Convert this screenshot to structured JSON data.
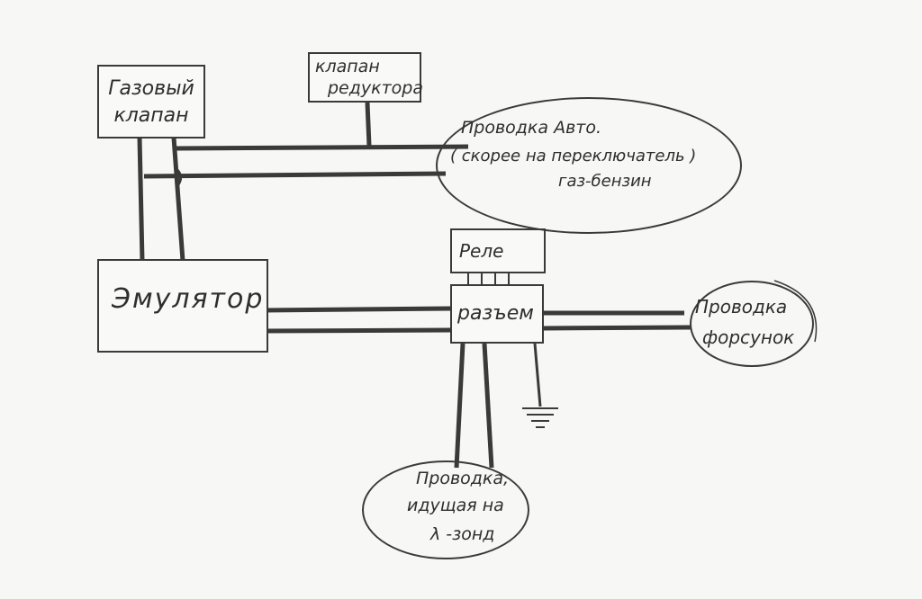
{
  "labels": {
    "gas_valve_line1": "Газовый",
    "gas_valve_line2": "клапан",
    "reducer_valve_line1": "клапан",
    "reducer_valve_line2": "редуктора",
    "emulator": "Эмулятор",
    "relay": "Реле",
    "connector": "разъем",
    "car_wiring_line1": "Проводка Авто.",
    "car_wiring_line2": "( скорее на переключатель )",
    "car_wiring_line3": "газ-бензин",
    "injector_wiring_line1": "Проводка",
    "injector_wiring_line2": "форсунок",
    "lambda_wiring_line1": "Проводка,",
    "lambda_wiring_line2": "идущая на",
    "lambda_wiring_line3": "λ -зонд"
  },
  "colors": {
    "ink": "#3a3a3a",
    "paper": "#f7f7f5"
  },
  "icons": {
    "ground": "ground-symbol-icon"
  }
}
